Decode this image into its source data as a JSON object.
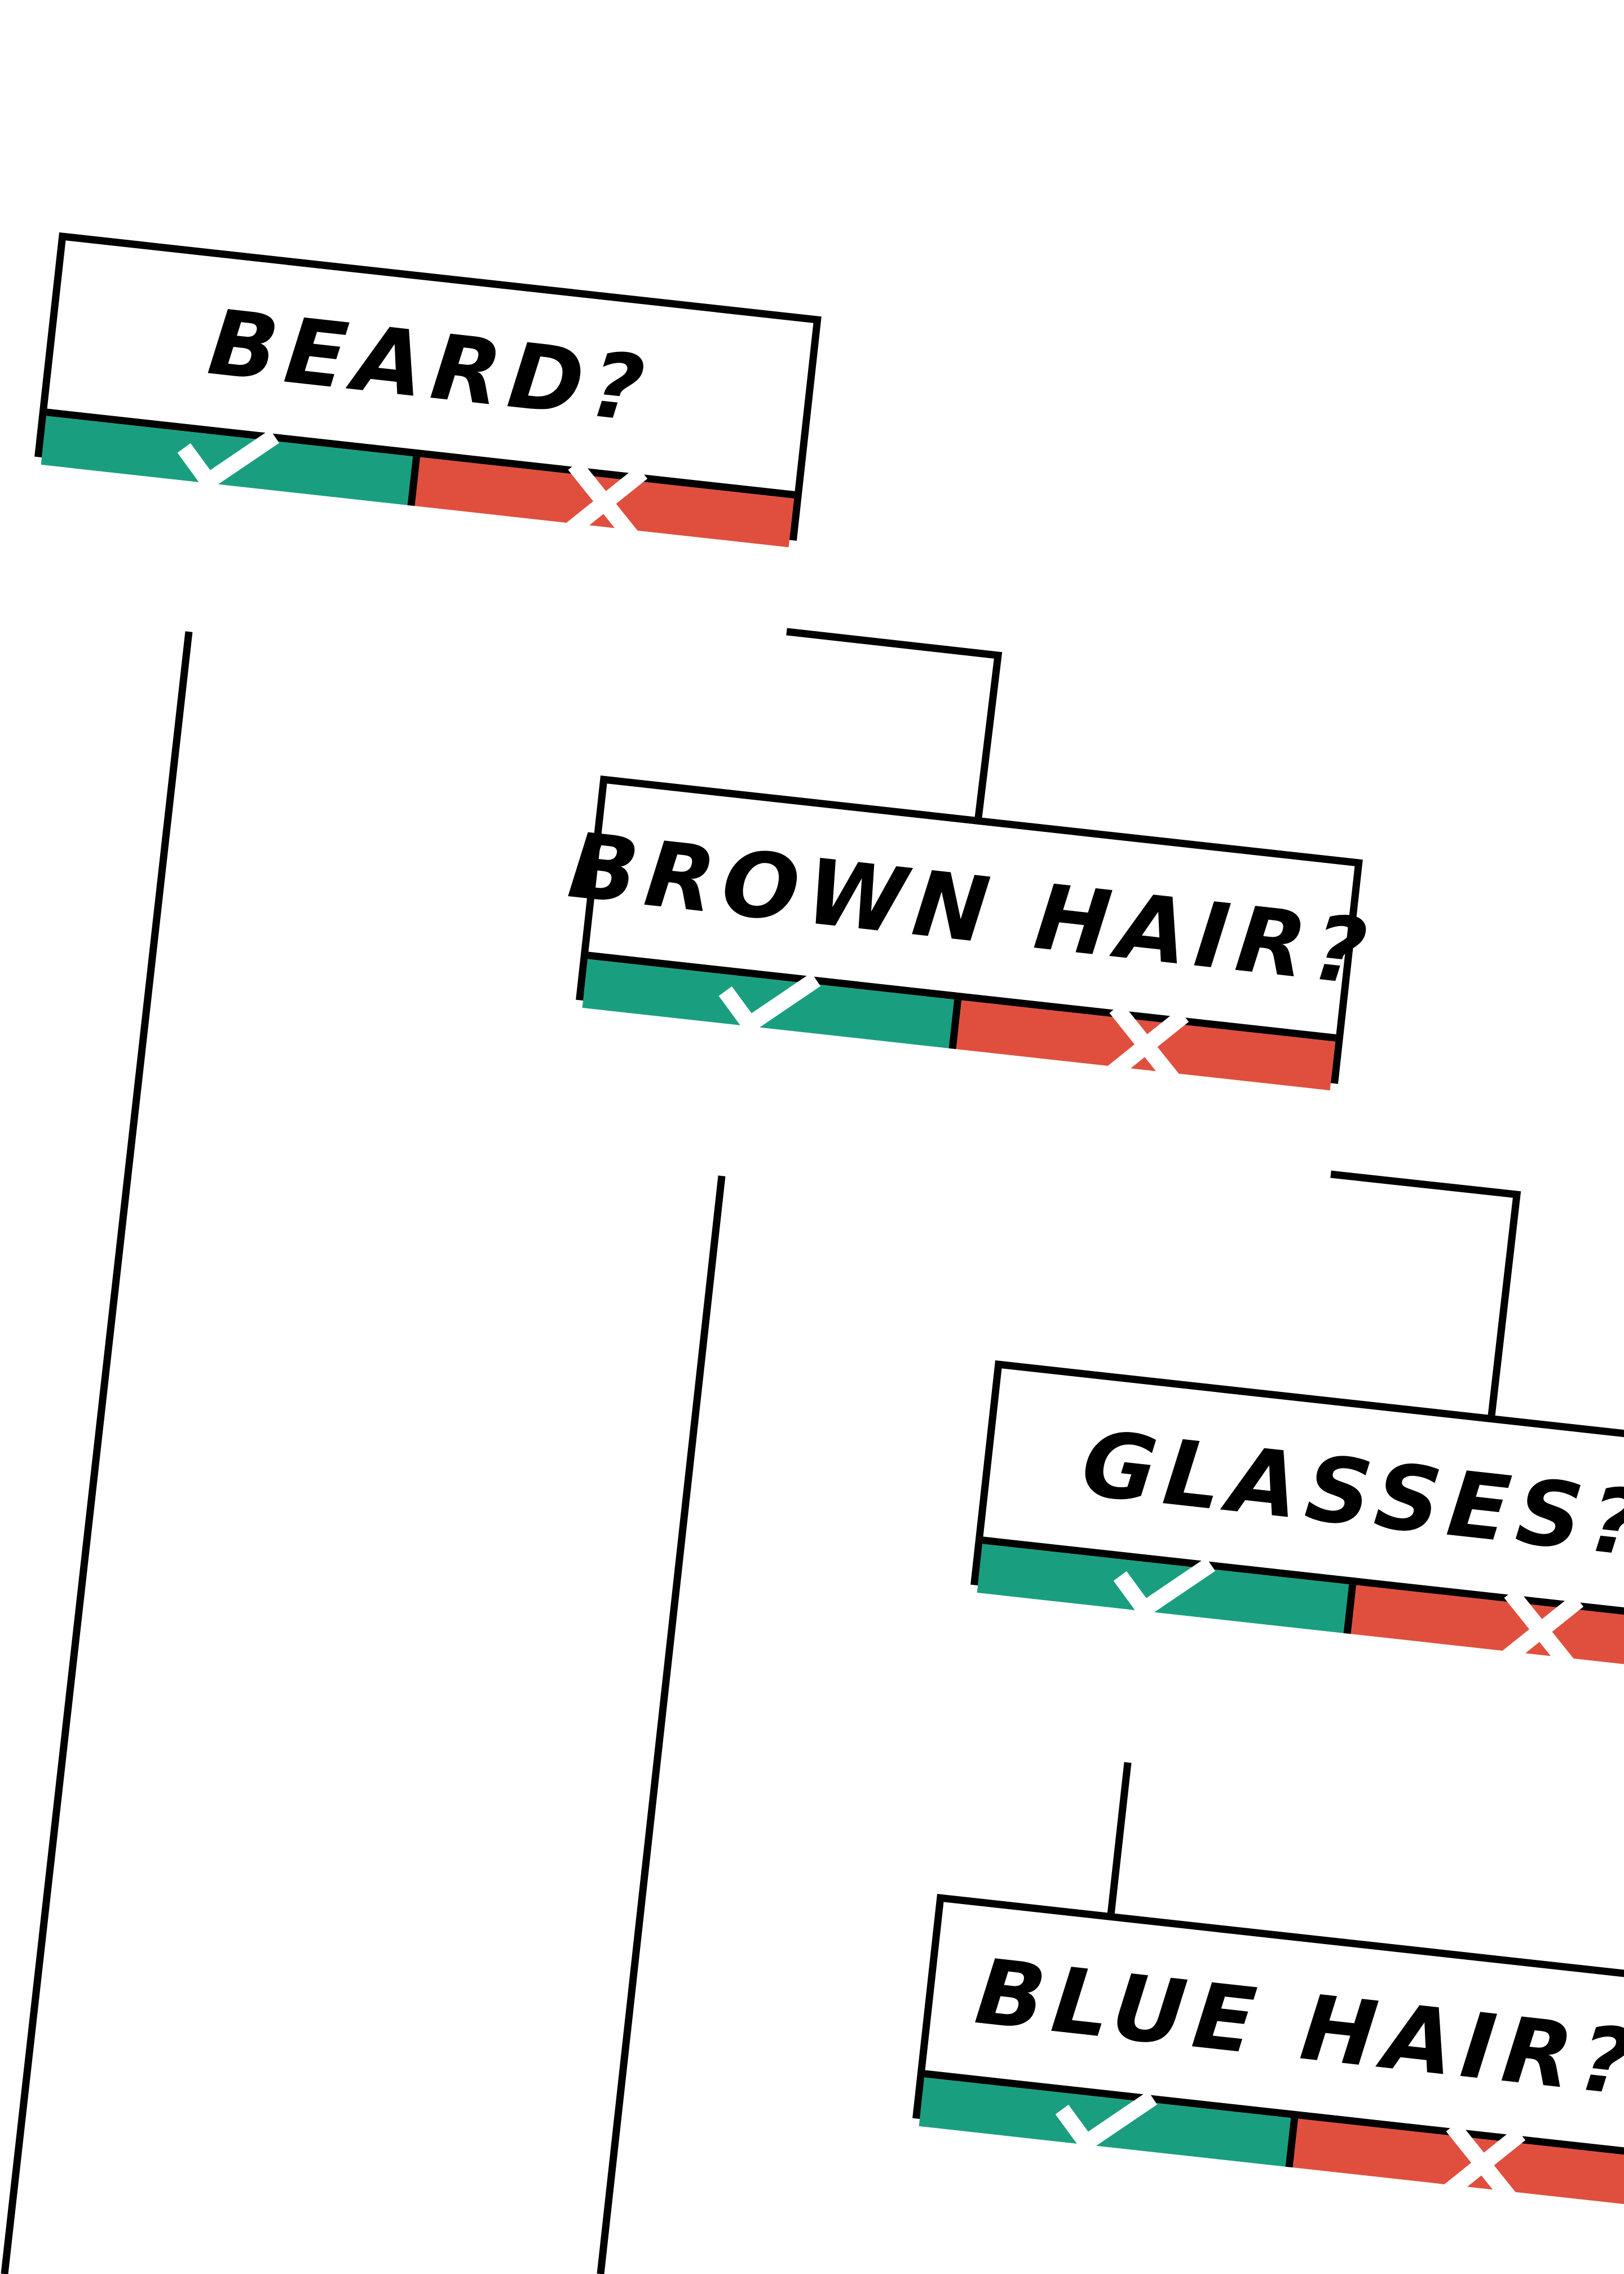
{
  "colors": {
    "yes": "#1a9e80",
    "no": "#e04f3e",
    "line": "#000000",
    "background": "#ffffff"
  },
  "questions": [
    {
      "label": "BEARD?",
      "yes_icon": "check-icon",
      "no_icon": "cross-icon"
    },
    {
      "label": "BROWN HAIR?",
      "yes_icon": "check-icon",
      "no_icon": "cross-icon"
    },
    {
      "label": "GLASSES?",
      "yes_icon": "check-icon",
      "no_icon": "cross-icon"
    },
    {
      "label": "BLUE HAIR?",
      "yes_icon": "check-icon",
      "no_icon": "cross-icon"
    }
  ]
}
